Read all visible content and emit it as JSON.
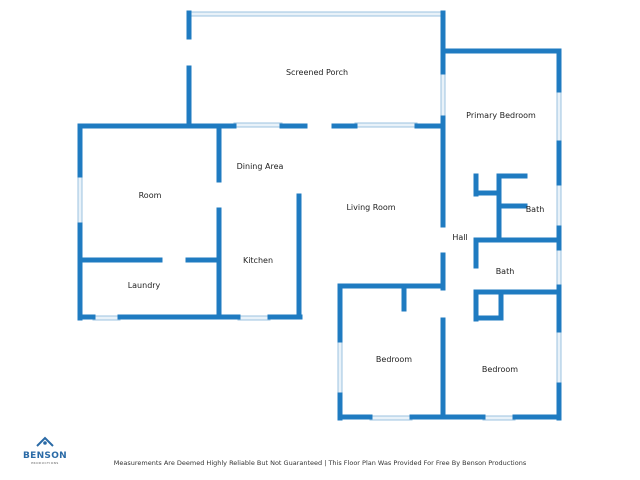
{
  "rooms": {
    "screened_porch": "Screened Porch",
    "primary_bedroom": "Primary Bedroom",
    "dining_area": "Dining Area",
    "room": "Room",
    "living_room": "Living Room",
    "bath_1": "Bath",
    "hall": "Hall",
    "bath_2": "Bath",
    "kitchen": "Kitchen",
    "laundry": "Laundry",
    "bedroom_1": "Bedroom",
    "bedroom_2": "Bedroom"
  },
  "logo": {
    "name": "BENSON",
    "sub": "PRODUCTIONS"
  },
  "footer": "Measurements Are Deemed Highly Reliable But Not Guaranteed | This Floor Plan Was Provided For Free By Benson Productions",
  "colors": {
    "wall": "#1f7bc1"
  }
}
